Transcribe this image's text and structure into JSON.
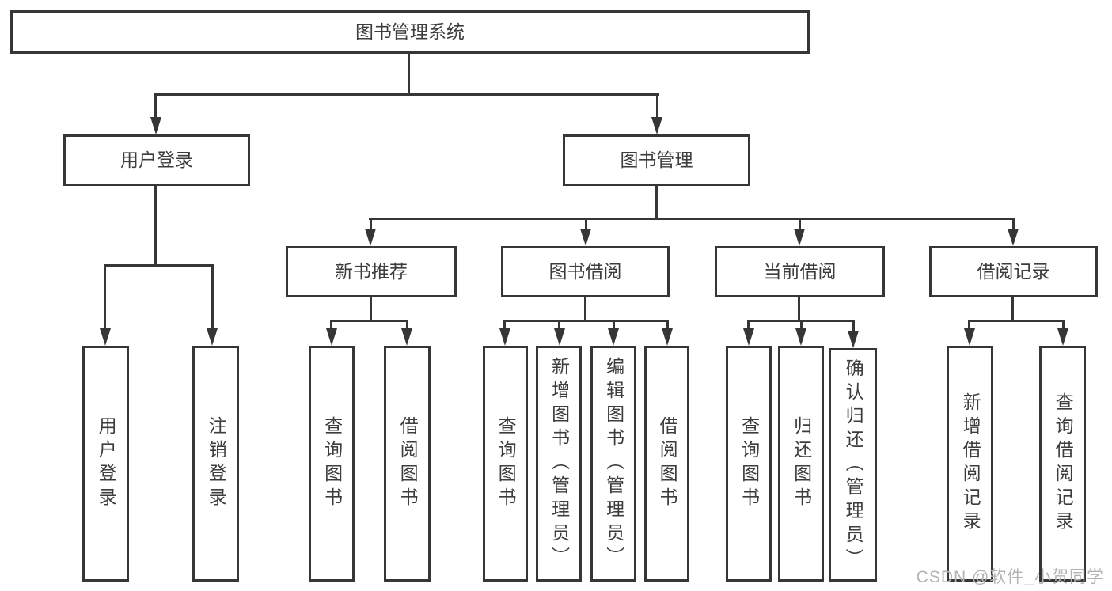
{
  "tree": {
    "root": {
      "label": "图书管理系统"
    },
    "branches": [
      {
        "label": "用户登录",
        "children": [
          {
            "label": "用户登录"
          },
          {
            "label": "注销登录"
          }
        ]
      },
      {
        "label": "图书管理",
        "children": [
          {
            "label": "新书推荐",
            "children": [
              {
                "label": "查询图书"
              },
              {
                "label": "借阅图书"
              }
            ]
          },
          {
            "label": "图书借阅",
            "children": [
              {
                "label": "查询图书"
              },
              {
                "label": "新增图书（管理员）"
              },
              {
                "label": "编辑图书（管理员）"
              },
              {
                "label": "借阅图书"
              }
            ]
          },
          {
            "label": "当前借阅",
            "children": [
              {
                "label": "查询图书"
              },
              {
                "label": "归还图书"
              },
              {
                "label": "确认归还（管理员）"
              }
            ]
          },
          {
            "label": "借阅记录",
            "children": [
              {
                "label": "新增借阅记录"
              },
              {
                "label": "查询借阅记录"
              }
            ]
          }
        ]
      }
    ]
  },
  "watermark": {
    "text": "CSDN @软件_小贺同学"
  },
  "colors": {
    "line": "#363636",
    "text": "#3d3d3d",
    "watermark": "#b3b3b3"
  }
}
